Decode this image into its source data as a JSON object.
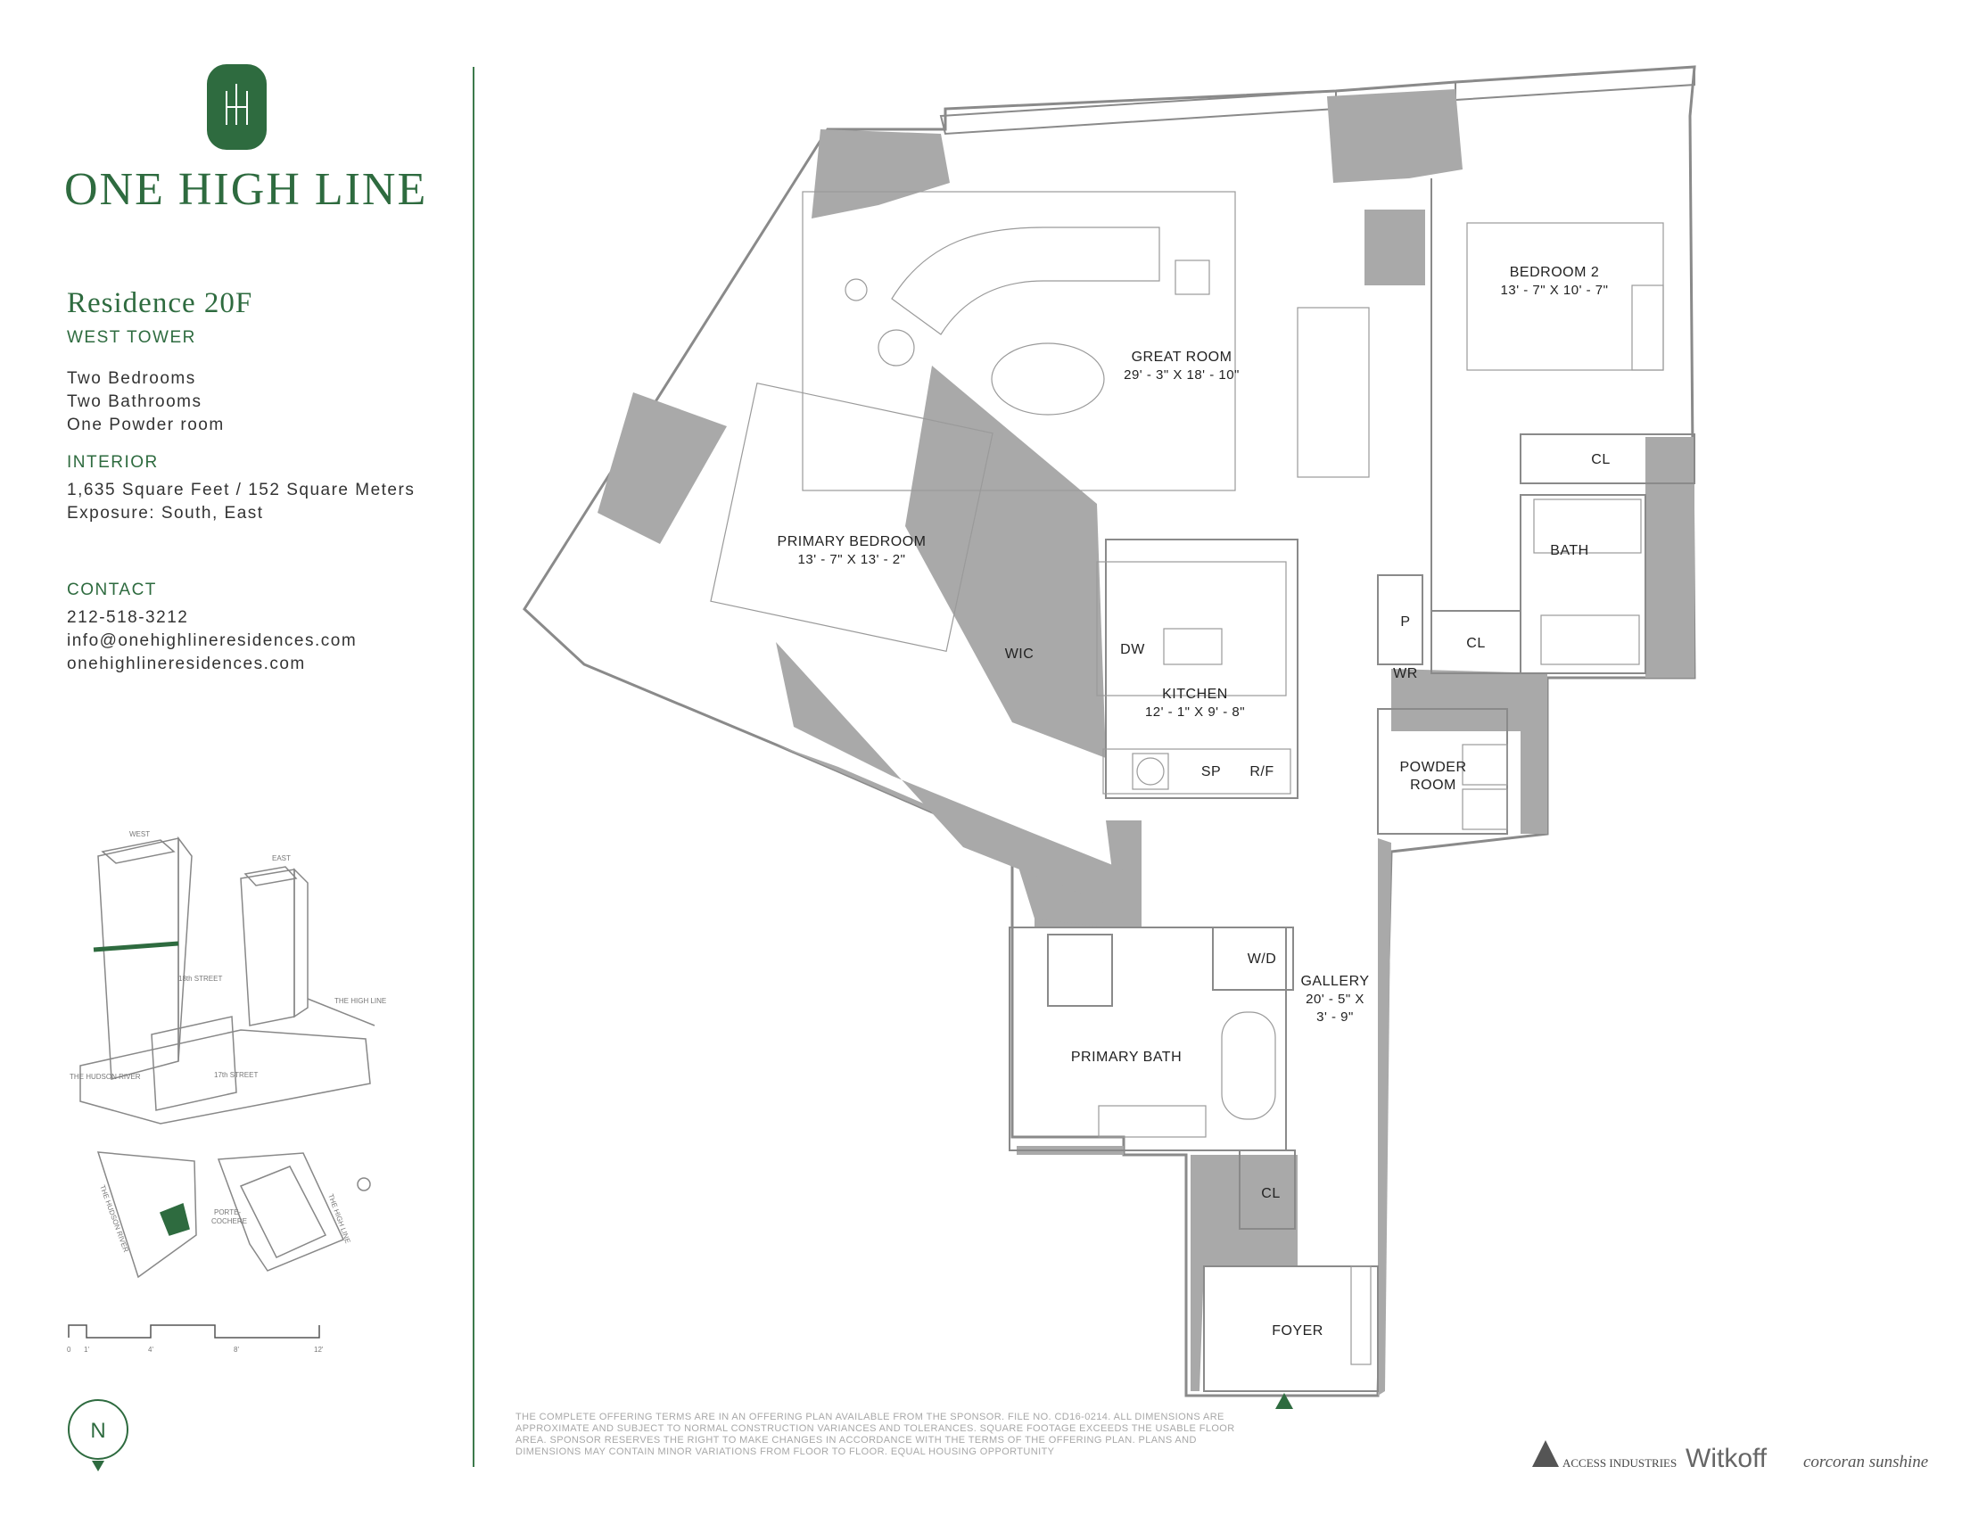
{
  "brand": {
    "name": "ONE HIGH LINE"
  },
  "residence": {
    "title": "Residence 20F",
    "tower": "WEST TOWER",
    "specs": [
      "Two Bedrooms",
      "Two Bathrooms",
      "One Powder room"
    ],
    "interior_heading": "INTERIOR",
    "interior": [
      "1,635 Square Feet / 152 Square Meters",
      "Exposure: South, East"
    ]
  },
  "contact": {
    "heading": "CONTACT",
    "phone": "212-518-3212",
    "email": "info@onehighlineresidences.com",
    "website": "onehighlineresidences.com"
  },
  "rooms": {
    "great_room": {
      "name": "GREAT ROOM",
      "dims": "29' - 3\" X 18' - 10\""
    },
    "bedroom2": {
      "name": "BEDROOM 2",
      "dims": "13' - 7\" X 10' - 7\""
    },
    "primary_bedroom": {
      "name": "PRIMARY BEDROOM",
      "dims": "13' - 7\" X 13' - 2\""
    },
    "kitchen": {
      "name": "KITCHEN",
      "dims": "12' - 1\" X 9' - 8\""
    },
    "gallery": {
      "name": "GALLERY",
      "dims1": "20' - 5\" X",
      "dims2": "3' - 9\""
    },
    "cl": "CL",
    "bath": "BATH",
    "wic": "WIC",
    "dw": "DW",
    "sp": "SP",
    "rf": "R/F",
    "p": "P",
    "wr": "WR",
    "powder1": "POWDER",
    "powder2": "ROOM",
    "wd": "W/D",
    "primary_bath": "PRIMARY BATH",
    "foyer": "FOYER"
  },
  "keymap": {
    "west": "WEST",
    "east": "EAST",
    "street_18": "18th STREET",
    "street_17": "17th STREET",
    "high_line": "THE HIGH LINE",
    "hudson": "THE HUDSON RIVER",
    "porte1": "PORTE-",
    "porte2": "COCHERE",
    "siteplan_hudson": "THE HUDSON RIVER",
    "siteplan_highline": "THE HIGH LINE"
  },
  "scale": {
    "ticks": [
      "0",
      "1'",
      "4'",
      "8'",
      "12'"
    ]
  },
  "north": {
    "label": "N"
  },
  "disclaimer": "THE COMPLETE OFFERING TERMS ARE IN AN OFFERING PLAN AVAILABLE FROM THE SPONSOR. FILE NO. CD16-0214. ALL DIMENSIONS ARE APPROXIMATE AND SUBJECT TO NORMAL CONSTRUCTION VARIANCES AND TOLERANCES. SQUARE FOOTAGE EXCEEDS THE USABLE FLOOR AREA. SPONSOR RESERVES THE RIGHT TO MAKE CHANGES IN ACCORDANCE WITH THE TERMS OF THE OFFERING PLAN. PLANS AND DIMENSIONS MAY CONTAIN MINOR VARIATIONS FROM FLOOR TO FLOOR. EQUAL HOUSING OPPORTUNITY",
  "partners": {
    "access": "ACCESS INDUSTRIES",
    "witkoff": "Witkoff",
    "corcoran": "corcoran sunshine"
  },
  "colors": {
    "brand_green": "#2e6b3f",
    "wall_gray": "#a9a9a9",
    "line": "#7a7a7a"
  }
}
